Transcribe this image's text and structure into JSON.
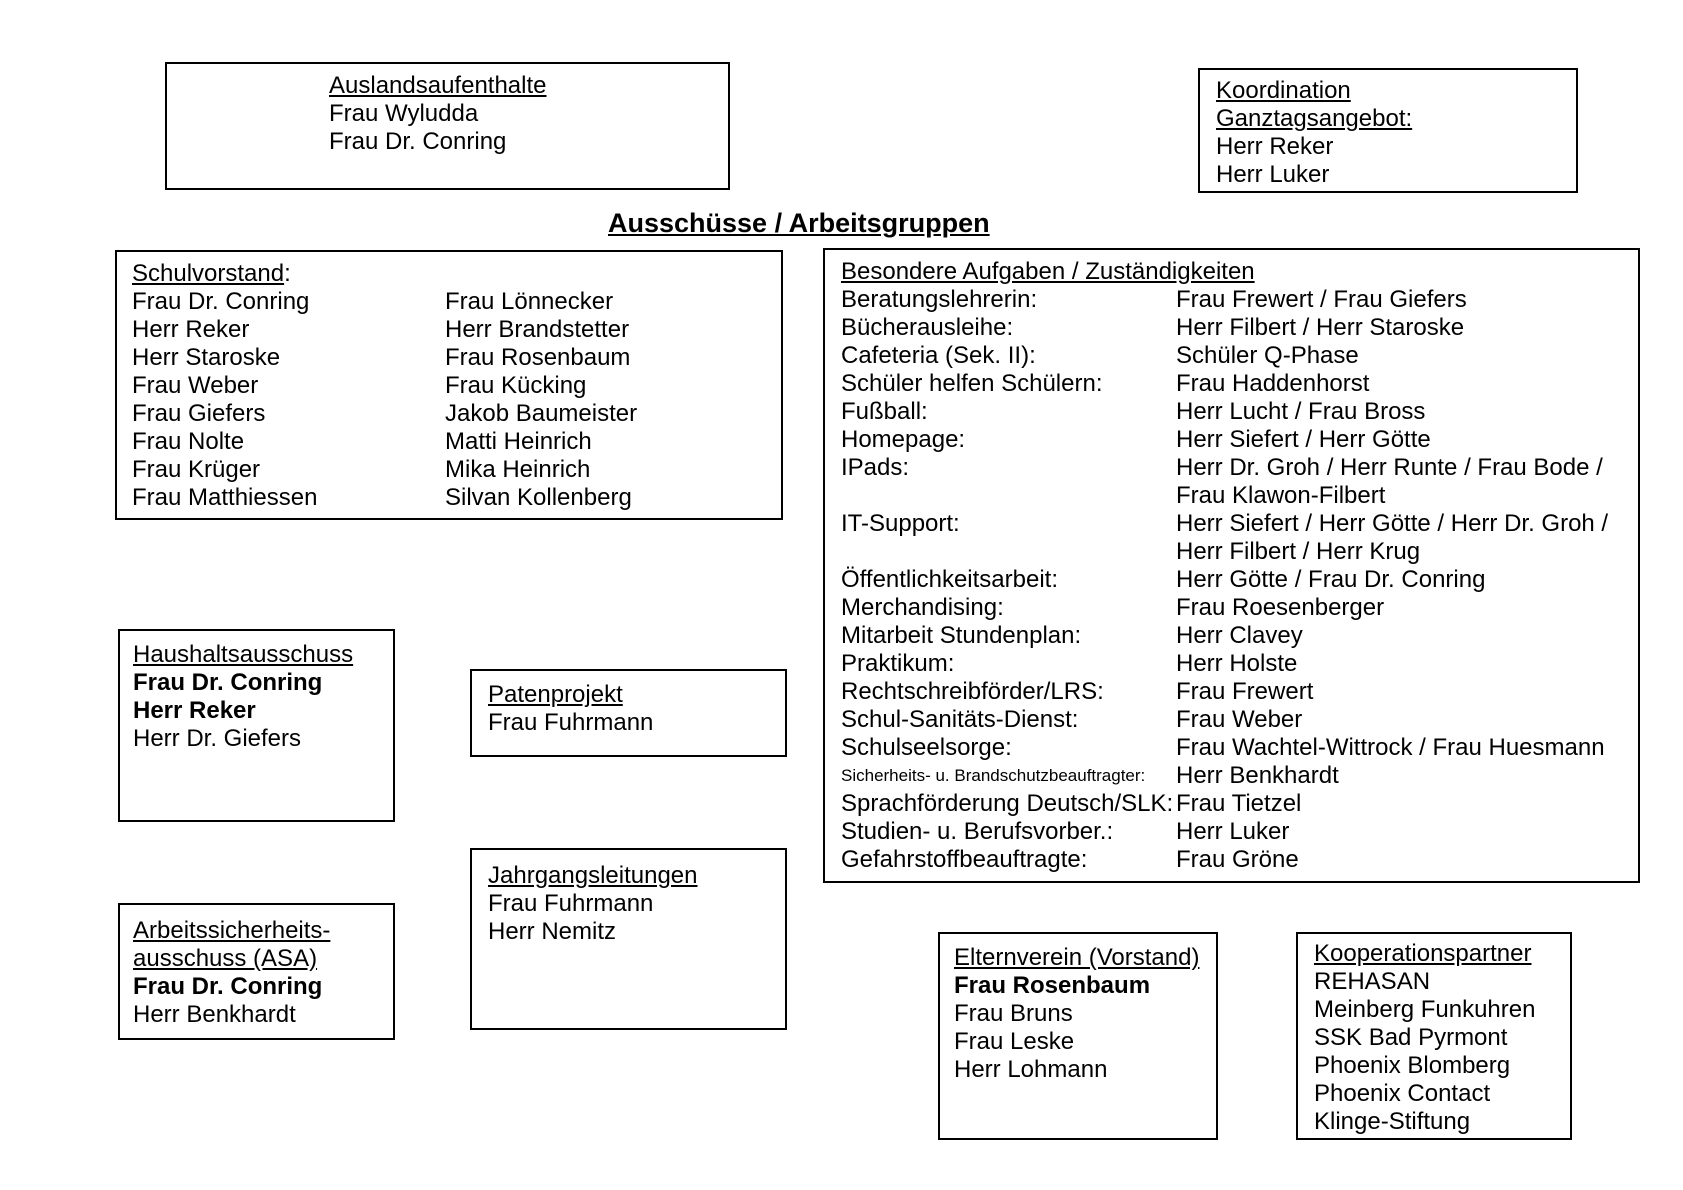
{
  "page": {
    "background": "#ffffff",
    "border_color": "#000000",
    "text_color": "#000000"
  },
  "heading": "Ausschüsse / Arbeitsgruppen",
  "boxes": {
    "auslandsaufenthalte": {
      "title": "Auslandsaufenthalte",
      "members": [
        {
          "name": "Frau Wyludda"
        },
        {
          "name": "Frau Dr. Conring"
        }
      ]
    },
    "koordination": {
      "title_line1": "Koordination",
      "title_line2": "Ganztagsangebot:",
      "members": [
        {
          "name": "Herr Reker"
        },
        {
          "name": "Herr Luker"
        }
      ]
    },
    "schulvorstand": {
      "title": "Schulvorstand",
      "title_suffix": ":",
      "col1": [
        {
          "name": "Frau Dr. Conring"
        },
        {
          "name": "Herr Reker"
        },
        {
          "name": "Herr Staroske"
        },
        {
          "name": "Frau Weber"
        },
        {
          "name": "Frau Giefers"
        },
        {
          "name": "Frau Nolte"
        },
        {
          "name": "Frau Krüger"
        },
        {
          "name": "Frau Matthiessen"
        }
      ],
      "col2": [
        {
          "name": "Frau Lönnecker"
        },
        {
          "name": "Herr Brandstetter"
        },
        {
          "name": "Frau Rosenbaum"
        },
        {
          "name": "Frau Kücking"
        },
        {
          "name": "Jakob Baumeister"
        },
        {
          "name": "Matti Heinrich"
        },
        {
          "name": "Mika Heinrich"
        },
        {
          "name": "Silvan Kollenberg"
        }
      ]
    },
    "besondere": {
      "title": "Besondere Aufgaben / Zuständigkeiten",
      "rows": [
        {
          "label": "Beratungslehrerin:",
          "value": "Frau Frewert / Frau Giefers"
        },
        {
          "label": "Bücherausleihe:",
          "value": "Herr Filbert / Herr Staroske"
        },
        {
          "label": "Cafeteria (Sek. II):",
          "value": "Schüler Q-Phase"
        },
        {
          "label": "Schüler helfen Schülern:",
          "value": "Frau Haddenhorst"
        },
        {
          "label": "Fußball:",
          "value": "Herr Lucht / Frau Bross"
        },
        {
          "label": "Homepage:",
          "value": "Herr Siefert / Herr Götte"
        },
        {
          "label": "IPads:",
          "value": "Herr Dr. Groh / Herr Runte / Frau Bode /"
        },
        {
          "label": "",
          "value": "Frau Klawon-Filbert"
        },
        {
          "label": "IT-Support:",
          "value": "Herr Siefert / Herr Götte / Herr Dr. Groh /"
        },
        {
          "label": "",
          "value": "Herr Filbert / Herr Krug"
        },
        {
          "label": "Öffentlichkeitsarbeit:",
          "value": "Herr Götte / Frau Dr. Conring"
        },
        {
          "label": "Merchandising:",
          "value": "Frau Roesenberger"
        },
        {
          "label": "Mitarbeit Stundenplan:",
          "value": "Herr Clavey"
        },
        {
          "label": "Praktikum:",
          "value": "Herr Holste"
        },
        {
          "label": "Rechtschreibförder/LRS:",
          "value": "Frau Frewert"
        },
        {
          "label": "Schul-Sanitäts-Dienst:",
          "value": "Frau Weber"
        },
        {
          "label": "Schulseelsorge:",
          "value": "Frau Wachtel-Wittrock / Frau Huesmann"
        },
        {
          "label": "Sicherheits- u. Brandschutzbeauftragter:",
          "value": "Herr Benkhardt",
          "small": true
        },
        {
          "label": "Sprachförderung Deutsch/SLK:",
          "value": "Frau Tietzel"
        },
        {
          "label": "Studien- u. Berufsvorber.:",
          "value": "Herr Luker"
        },
        {
          "label": "Gefahrstoffbeauftragte:",
          "value": "Frau Gröne"
        }
      ]
    },
    "haushalt": {
      "title": "Haushaltsausschuss",
      "members": [
        {
          "name": "Frau Dr. Conring",
          "bold": true
        },
        {
          "name": "Herr Reker",
          "bold": true
        },
        {
          "name": "Herr Dr. Giefers"
        }
      ]
    },
    "patenprojekt": {
      "title": "Patenprojekt",
      "members": [
        {
          "name": "Frau Fuhrmann"
        }
      ]
    },
    "jahrgang": {
      "title": "Jahrgangsleitungen",
      "members": [
        {
          "name": "Frau Fuhrmann"
        },
        {
          "name": "Herr Nemitz"
        }
      ]
    },
    "asa": {
      "title_line1": "Arbeitssicherheits-",
      "title_line2": "ausschuss (ASA)",
      "members": [
        {
          "name": "Frau Dr. Conring",
          "bold": true
        },
        {
          "name": "Herr Benkhardt"
        }
      ]
    },
    "elternverein": {
      "title": "Elternverein (Vorstand)",
      "members": [
        {
          "name": "Frau Rosenbaum",
          "bold": true
        },
        {
          "name": "Frau Bruns"
        },
        {
          "name": "Frau Leske"
        },
        {
          "name": "Herr Lohmann"
        }
      ]
    },
    "kooperation": {
      "title": "Kooperationspartner",
      "members": [
        {
          "name": "REHASAN"
        },
        {
          "name": "Meinberg Funkuhren"
        },
        {
          "name": "SSK Bad Pyrmont"
        },
        {
          "name": "Phoenix Blomberg"
        },
        {
          "name": "Phoenix Contact"
        },
        {
          "name": "Klinge-Stiftung"
        }
      ]
    }
  }
}
